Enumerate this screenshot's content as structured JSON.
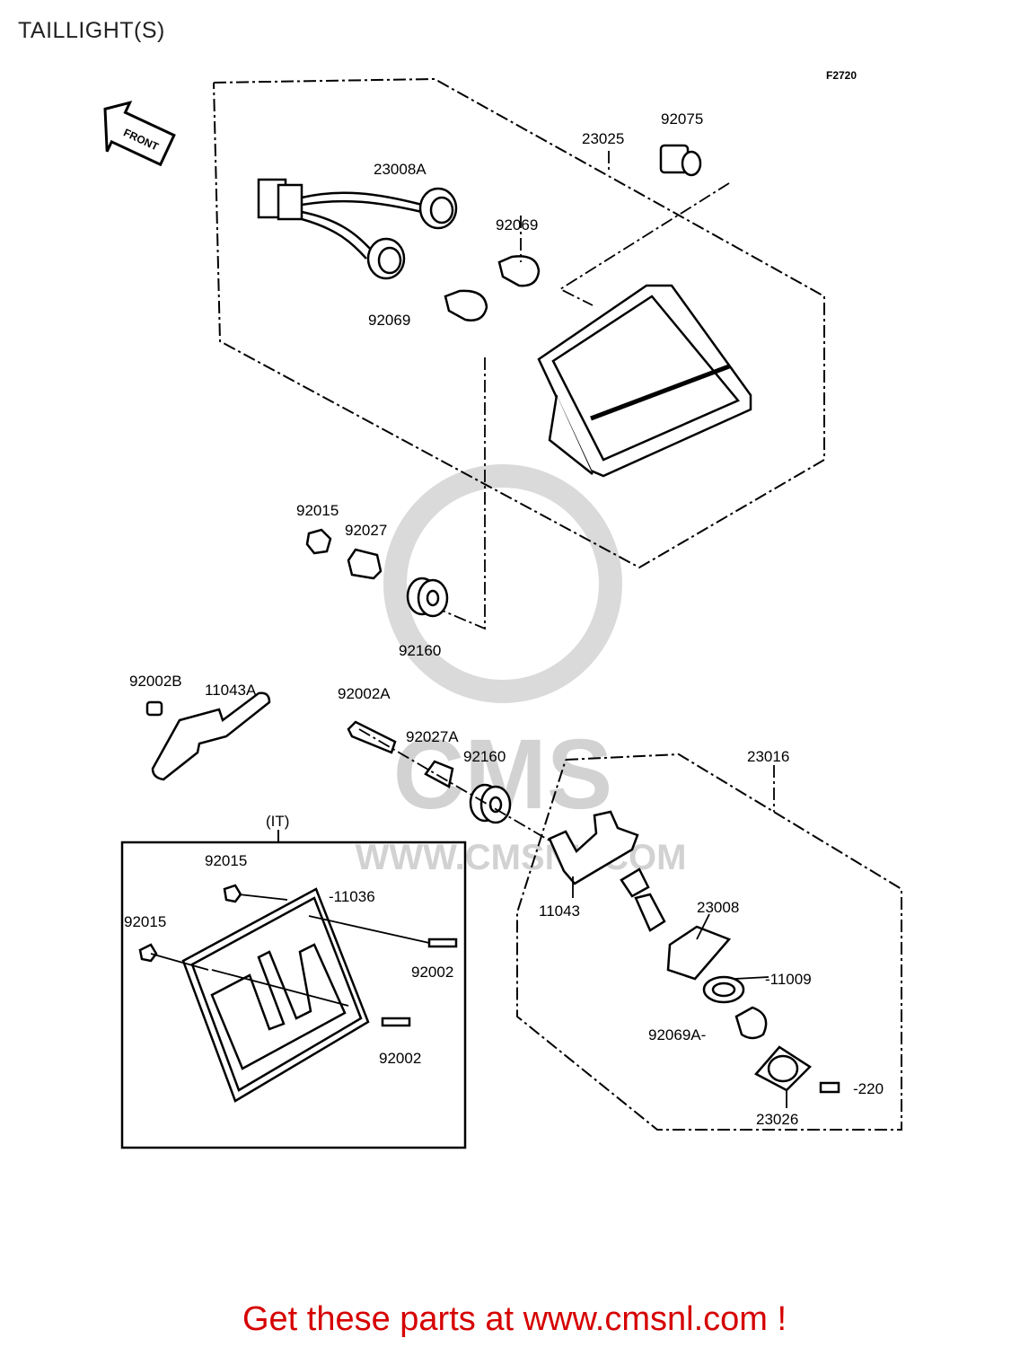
{
  "page": {
    "title": "TAILLIGHT(S)",
    "figure_code": "F2720"
  },
  "front_arrow": {
    "label": "FRONT"
  },
  "watermark": {
    "logo_text": "CMS",
    "url_text": "WWW.CMSNL.COM"
  },
  "parts": {
    "p23025": "23025",
    "p92075": "92075",
    "p23008A": "23008A",
    "p92069_a": "92069",
    "p92069_b": "92069",
    "p92015_a": "92015",
    "p92027": "92027",
    "p92160_a": "92160",
    "p92002B": "92002B",
    "p11043A": "11043A",
    "p92002A": "92002A",
    "p92027A": "92027A",
    "p92160_b": "92160",
    "p23016": "23016",
    "pIT": "(IT)",
    "p92015_b": "92015",
    "p11036": "-11036",
    "p92015_c": "92015",
    "p92002_a": "92002",
    "p92002_b": "92002",
    "p11043": "11043",
    "p23008": "23008",
    "p11009": "-11009",
    "p92069A": "92069A-",
    "p220": "-220",
    "p23026": "23026"
  },
  "footer": {
    "promo": "Get these parts at www.cmsnl.com !"
  },
  "colors": {
    "promo": "#d60000",
    "line": "#000000",
    "watermark": "#d2d2d2"
  }
}
